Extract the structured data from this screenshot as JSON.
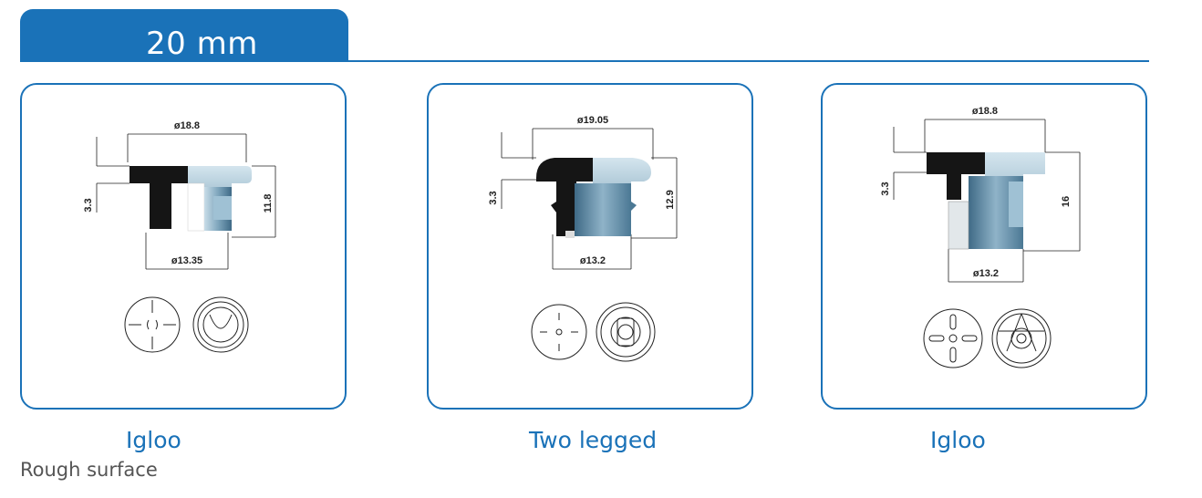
{
  "section": {
    "title": "20 mm"
  },
  "stoppers": [
    {
      "name": "Igloo",
      "subtitle": "Rough surface",
      "top_dia": "ø18.8",
      "bottom_dia": "ø13.35",
      "flange": "3.3",
      "height": "11.8"
    },
    {
      "name": "Two legged",
      "top_dia": "ø19.05",
      "bottom_dia": "ø13.2",
      "flange": "3.3",
      "height": "12.9"
    },
    {
      "name": "Igloo",
      "top_dia": "ø18.8",
      "bottom_dia": "ø13.2",
      "flange": "3.3",
      "height": "16"
    }
  ],
  "colors": {
    "accent": "#1a72b8",
    "rubber_dark": "#151515",
    "rubber_blue": "#7fa6bd"
  }
}
